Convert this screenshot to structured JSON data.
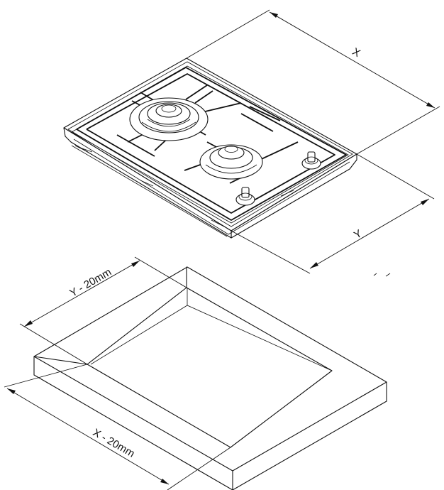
{
  "diagram": {
    "hob_width_label": "X",
    "hob_depth_label": "Y",
    "cutout_depth_label": "Y - 20mm",
    "cutout_width_label": "X - 20mm"
  },
  "colors": {
    "line": "#111111",
    "background": "#ffffff"
  },
  "icons": {
    "hob": "gas-hob-two-burners",
    "cutout": "countertop-cutout"
  }
}
